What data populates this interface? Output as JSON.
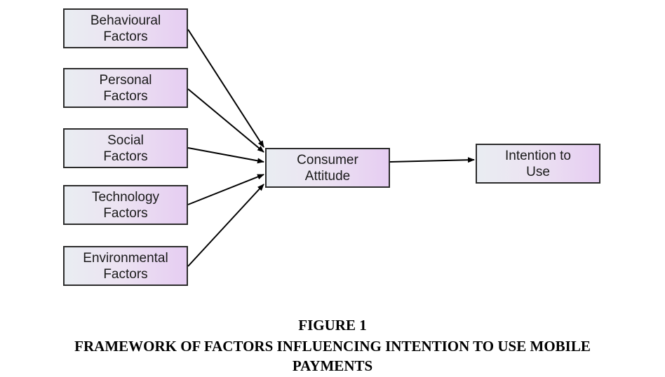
{
  "diagram": {
    "nodes": [
      {
        "id": "behavioural",
        "label": "Behavioural\nFactors"
      },
      {
        "id": "personal",
        "label": "Personal\nFactors"
      },
      {
        "id": "social",
        "label": "Social\nFactors"
      },
      {
        "id": "technology",
        "label": "Technology\nFactors"
      },
      {
        "id": "environmental",
        "label": "Environmental\nFactors"
      },
      {
        "id": "attitude",
        "label": "Consumer\nAttitude"
      },
      {
        "id": "intention",
        "label": "Intention to\nUse"
      }
    ],
    "edges": [
      {
        "from": "behavioural",
        "to": "attitude"
      },
      {
        "from": "personal",
        "to": "attitude"
      },
      {
        "from": "social",
        "to": "attitude"
      },
      {
        "from": "technology",
        "to": "attitude"
      },
      {
        "from": "environmental",
        "to": "attitude"
      },
      {
        "from": "attitude",
        "to": "intention"
      }
    ]
  },
  "caption": {
    "label": "FIGURE 1",
    "title": "FRAMEWORK OF FACTORS INFLUENCING INTENTION TO USE MOBILE\nPAYMENTS"
  }
}
